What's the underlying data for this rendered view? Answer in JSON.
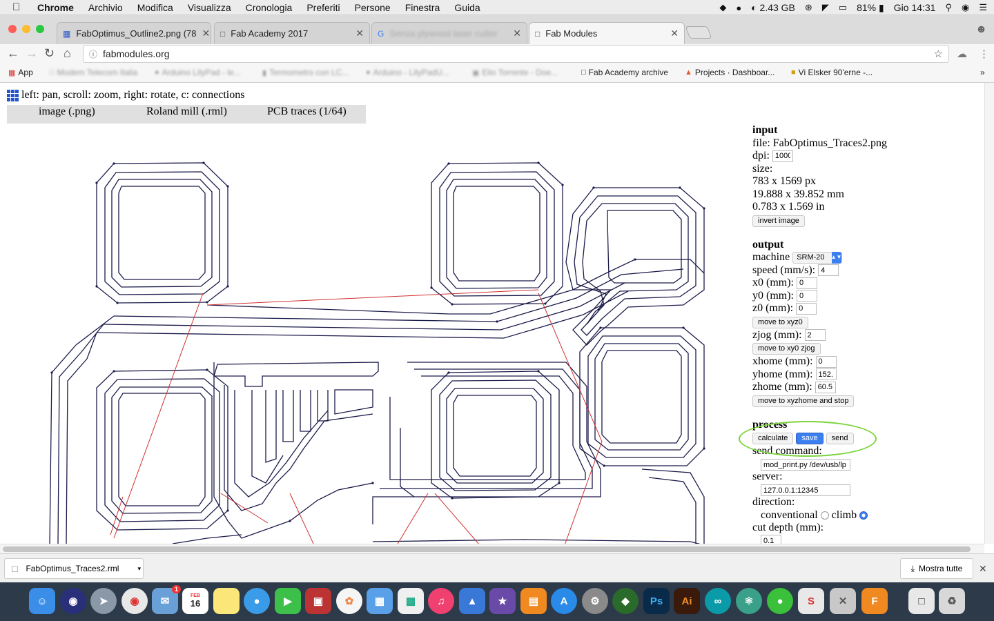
{
  "menubar": {
    "apple": "",
    "items": [
      "Chrome",
      "Archivio",
      "Modifica",
      "Visualizza",
      "Cronologia",
      "Preferiti",
      "Persone",
      "Finestra",
      "Guida"
    ],
    "memory": "2.43 GB",
    "battery": "81%",
    "clock": "Gio 14:31"
  },
  "tabs": [
    {
      "title": "FabOptimus_Outline2.png (78",
      "active": false
    },
    {
      "title": "Fab Academy 2017",
      "active": false
    },
    {
      "title": "Senza plywood laser cutter",
      "active": false,
      "blurred": true
    },
    {
      "title": "Fab Modules",
      "active": true
    }
  ],
  "address": {
    "url": "fabmodules.org"
  },
  "bookmarks": [
    {
      "label": "App"
    },
    {
      "label": "Modem Telecom Italia",
      "blurred": true
    },
    {
      "label": "Arduino LilyPad - le...",
      "blurred": true
    },
    {
      "label": "Termometro con LC...",
      "blurred": true
    },
    {
      "label": "Arduino - LilyPadU...",
      "blurred": true
    },
    {
      "label": "Elio Torrente - Doe...",
      "blurred": true
    },
    {
      "label": "Fab Academy archive"
    },
    {
      "label": "Projects · Dashboar..."
    },
    {
      "label": "Vi Elsker 90'erne -..."
    }
  ],
  "page": {
    "hint": "left: pan, scroll: zoom, right: rotate, c: connections",
    "modes": [
      "image (.png)",
      "Roland mill (.rml)",
      "PCB traces (1/64)"
    ]
  },
  "panel": {
    "input_heading": "input",
    "file": "file: FabOptimus_Traces2.png",
    "dpi_label": "dpi:",
    "dpi_value": "1000",
    "size_label": "size:",
    "size_px": "783 x 1569 px",
    "size_mm": "19.888 x 39.852 mm",
    "size_in": "0.783 x 1.569 in",
    "invert": "invert image",
    "output_heading": "output",
    "machine_label": "machine",
    "machine_value": "SRM-20",
    "speed_label": "speed (mm/s):",
    "speed_value": "4",
    "x0_label": "x0 (mm):",
    "x0_value": "0",
    "y0_label": "y0 (mm):",
    "y0_value": "0",
    "z0_label": "z0 (mm):",
    "z0_value": "0",
    "move_xyz0": "move to xyz0",
    "zjog_label": "zjog (mm):",
    "zjog_value": "2",
    "move_xy0": "move to xy0 zjog",
    "xhome_label": "xhome (mm):",
    "xhome_value": "0",
    "yhome_label": "yhome (mm):",
    "yhome_value": "152.",
    "zhome_label": "zhome (mm):",
    "zhome_value": "60.5",
    "move_home": "move to xyzhome and stop",
    "process_heading": "process",
    "calculate": "calculate",
    "save": "save",
    "send": "send",
    "send_command_label": "send command:",
    "send_command_value": "mod_print.py /dev/usb/lp",
    "server_label": "server:",
    "server_value": "127.0.0.1:12345",
    "direction_label": "direction:",
    "conventional": "conventional",
    "climb": "climb",
    "cut_depth_label": "cut depth (mm):",
    "cut_depth_value": "0.1"
  },
  "downloads": {
    "file": "FabOptimus_Traces2.rml",
    "show_all": "Mostra tutte"
  },
  "dock": {
    "badge": "1",
    "calendar_month": "FEB",
    "calendar_day": "16",
    "ps": "Ps",
    "ai": "Ai",
    "f360": "F"
  },
  "colors": {
    "trace": "#1a1a4a",
    "connection": "#d03030",
    "highlight": "#7cd43c",
    "accent": "#3b7ff0"
  }
}
